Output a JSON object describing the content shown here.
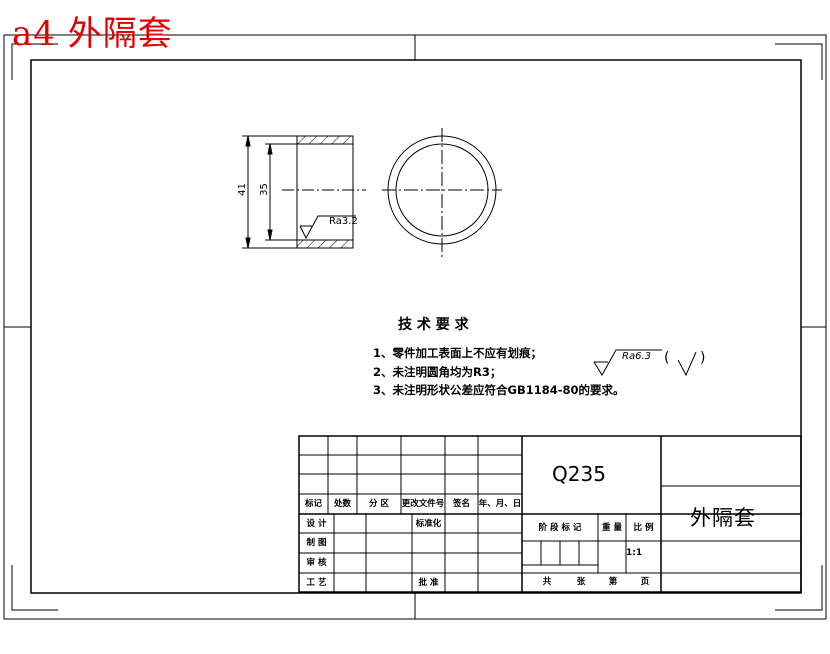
{
  "header": {
    "title": "a4 外隔套"
  },
  "drawing": {
    "dimensions": {
      "outer": "41",
      "inner": "35"
    },
    "roughness": {
      "local": "Ra3.2",
      "general": "Ra6.3",
      "paren_open": "(",
      "paren_close": ")"
    }
  },
  "requirements": {
    "heading": "技 术 要 求",
    "items": [
      "1、零件加工表面上不应有划痕；",
      "2、未注明圆角均为R3；",
      "3、未注明形状公差应符合GB1184-80的要求。"
    ]
  },
  "title_block": {
    "material": "Q235",
    "part_name": "外隔套",
    "scale_value": "1:1",
    "revision_labels": [
      "标记",
      "处数",
      "分 区",
      "更改文件号",
      "签名",
      "年、月、日"
    ],
    "design_label": "设 计",
    "standard_label": "标准化",
    "draw_label": "制 图",
    "check_label": "审 核",
    "process_label": "工 艺",
    "approve_label": "批 准",
    "stage_label": "阶 段 标 记",
    "weight_label": "重 量",
    "scale_label": "比 例",
    "total_label": "共",
    "sheets_label": "张",
    "page_label": "第",
    "page_suffix": "页"
  }
}
